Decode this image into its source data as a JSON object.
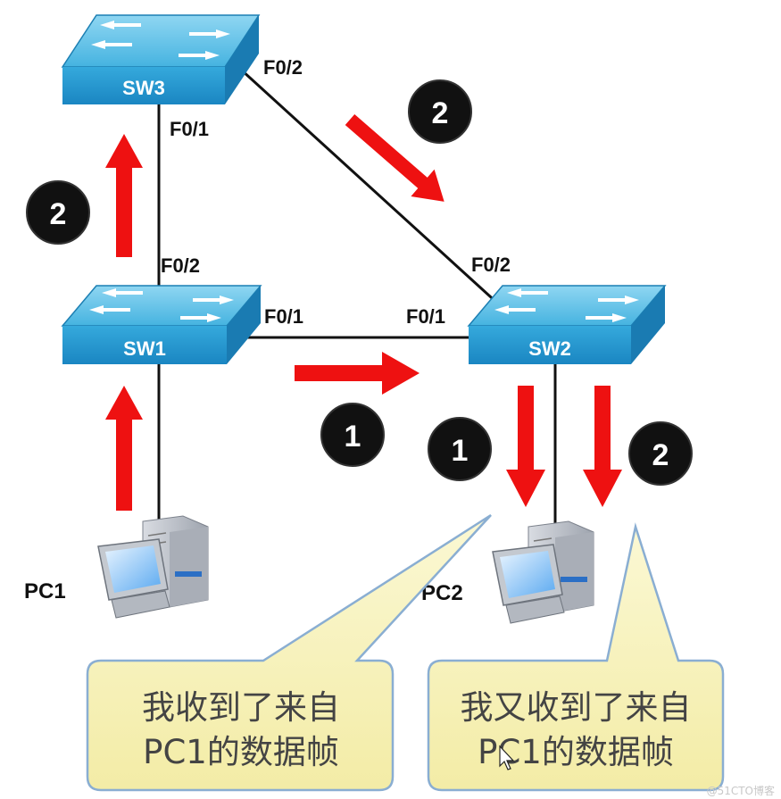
{
  "switches": {
    "sw3": {
      "label": "SW3"
    },
    "sw1": {
      "label": "SW1"
    },
    "sw2": {
      "label": "SW2"
    }
  },
  "ports": {
    "sw3_f02": "F0/2",
    "sw3_f01": "F0/1",
    "sw1_f02": "F0/2",
    "sw1_f01": "F0/1",
    "sw2_f01": "F0/1",
    "sw2_f02": "F0/2"
  },
  "pcs": {
    "pc1": {
      "label": "PC1"
    },
    "pc2": {
      "label": "PC2"
    }
  },
  "steps": {
    "a": "2",
    "b": "2",
    "c": "1",
    "d": "1",
    "e": "2"
  },
  "callouts": {
    "left": {
      "line1": "我收到了来自",
      "line2": "PC1的数据帧"
    },
    "right": {
      "line1": "我又收到了来自",
      "line2": "PC1的数据帧"
    }
  },
  "watermark": "@51CTO博客",
  "colors": {
    "switch_blue": "#2ba3d4",
    "arrow_red": "#ee1111",
    "callout_fill": "#f8f3c0",
    "callout_stroke": "#8aaed2",
    "badge": "#111111"
  }
}
